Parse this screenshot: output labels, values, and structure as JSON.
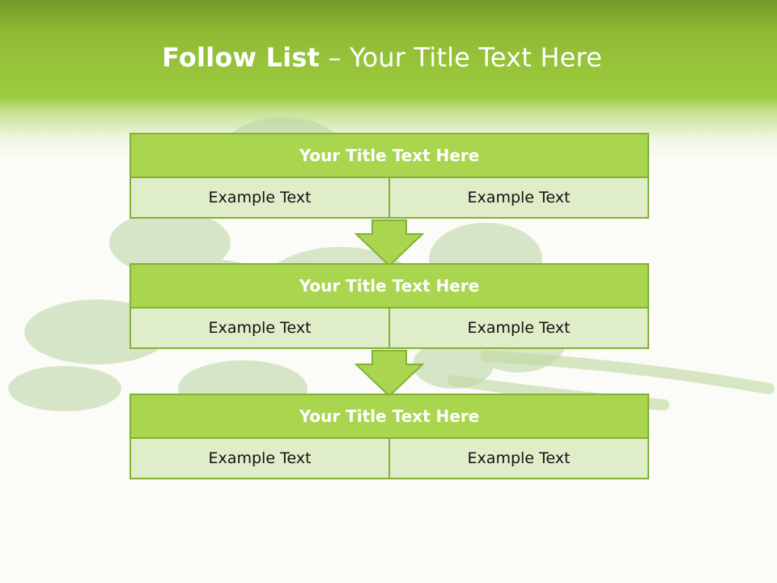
{
  "slide": {
    "title_bold": "Follow List",
    "title_rest": " – Your Title Text Here"
  },
  "blocks": [
    {
      "title": "Your Title Text Here",
      "left_text": "Example Text",
      "right_text": "Example Text"
    },
    {
      "title": "Your Title Text Here",
      "left_text": "Example Text",
      "right_text": "Example Text"
    },
    {
      "title": "Your Title Text Here",
      "left_text": "Example Text",
      "right_text": "Example Text"
    }
  ],
  "colors": {
    "header_green": "#9dcc3e",
    "title_box_fill": "#a9d64e",
    "cell_fill": "#dfeec9",
    "border": "#84b036"
  }
}
